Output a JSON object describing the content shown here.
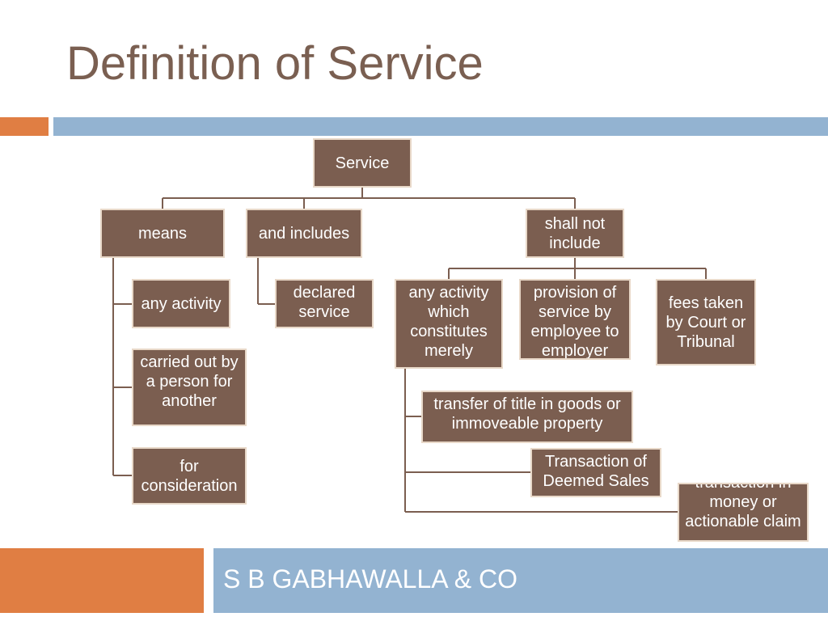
{
  "slide": {
    "title": "Definition of Service",
    "footer": "S B GABHAWALLA & CO"
  },
  "colors": {
    "orange": "#e07e43",
    "blue": "#93b3d1",
    "node_fill": "#7b5e50",
    "connector": "#7b5e50",
    "title": "#7a5f51"
  },
  "diagram": {
    "root": "Service",
    "means": "means",
    "includes": "and includes",
    "excludes": "shall not include",
    "means_items": [
      "any activity",
      "carried out by a person for another",
      "for consideration"
    ],
    "includes_items": [
      "declared service"
    ],
    "excludes_items": [
      "any activity which constitutes merely",
      "provision of service by employee to employer",
      "fees taken by Court or Tribunal"
    ],
    "merely_items": [
      "transfer of title in goods or immoveable property",
      "Transaction of Deemed Sales",
      "transaction in money or actionable claim"
    ]
  }
}
